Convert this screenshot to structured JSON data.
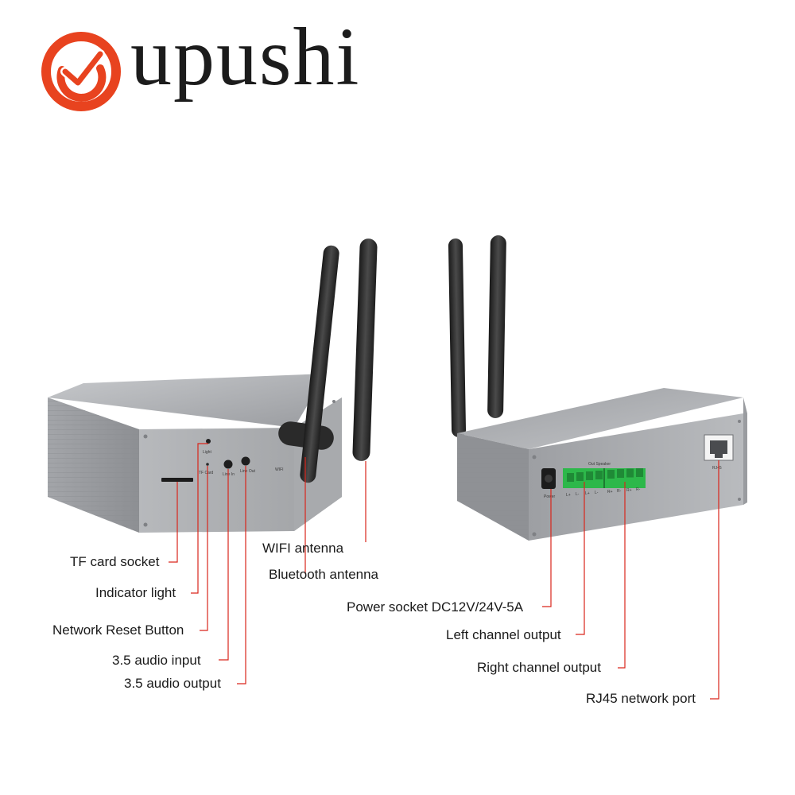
{
  "brand": {
    "name": "upushi",
    "logo_color": "#e8431f"
  },
  "device_left": {
    "panel_labels": [
      "Light",
      "TF Card",
      "Line In",
      "Line Out",
      "WIFI"
    ]
  },
  "device_right": {
    "panel_labels": {
      "power": "Power",
      "out_speaker": "Out Speaker",
      "terminals": [
        "L+",
        "L-",
        "L+",
        "L-",
        "R+",
        "R-",
        "R+",
        "R-"
      ],
      "rj45": "RJ45"
    }
  },
  "callouts": {
    "tf_card_socket": "TF card socket",
    "indicator_light": "Indicator light",
    "network_reset_button": "Network Reset Button",
    "audio_input": "3.5 audio input",
    "audio_output": "3.5 audio output",
    "wifi_antenna": "WIFI antenna",
    "bluetooth_antenna": "Bluetooth antenna",
    "power_socket": "Power socket DC12V/24V-5A",
    "left_channel_output": "Left channel output",
    "right_channel_output": "Right channel output",
    "rj45_network_port": "RJ45 network port"
  },
  "colors": {
    "leader_line": "#d9261c",
    "chassis": "#a7a9ad",
    "terminal_green": "#2db84a",
    "antenna": "#2b2b2b"
  },
  "icons": [
    "brand-logo-icon",
    "antenna-icon",
    "terminal-block-icon",
    "rj45-port-icon"
  ]
}
